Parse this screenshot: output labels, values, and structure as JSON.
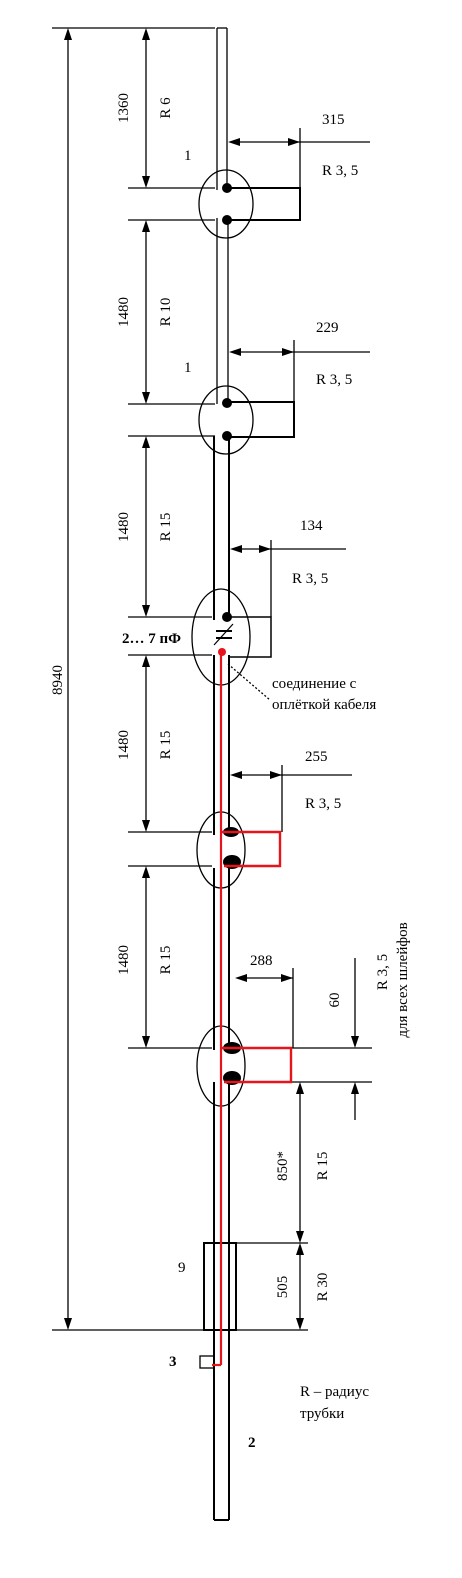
{
  "diagram": {
    "total_length": "8940",
    "segments": [
      {
        "length": "1360",
        "radius": "R 6"
      },
      {
        "length": "1480",
        "radius": "R 10"
      },
      {
        "length": "1480",
        "radius": "R 15"
      },
      {
        "length": "1480",
        "radius": "R 15"
      },
      {
        "length": "1480",
        "radius": "R 15"
      }
    ],
    "stubs": [
      {
        "length": "315",
        "radius": "R 3, 5"
      },
      {
        "length": "229",
        "radius": "R 3, 5"
      },
      {
        "length": "134",
        "radius": "R 3, 5"
      },
      {
        "length": "255",
        "radius": "R 3, 5"
      },
      {
        "length": "288",
        "radius": "R 3, 5"
      }
    ],
    "stub_note": {
      "radius": "R 3, 5",
      "text": "для всех шлейфов"
    },
    "gap": "60",
    "feed_section": {
      "length": "850*",
      "radius": "R 15"
    },
    "sleeve": {
      "length": "505",
      "radius": "R 30"
    },
    "capacitor_label": "2… 7 пФ",
    "braid_note": [
      "соединение с",
      "оплёткой кабеля"
    ],
    "legend": [
      "R – радиус",
      "трубки"
    ],
    "callouts": [
      "1",
      "1",
      "2",
      "3",
      "9"
    ],
    "colors": {
      "line": "#000000",
      "cable": "#e8141c"
    }
  }
}
